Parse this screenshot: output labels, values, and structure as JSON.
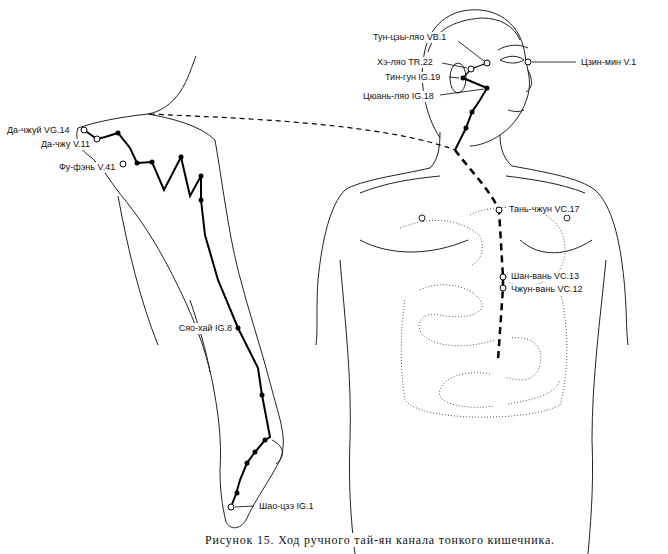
{
  "diagram": {
    "caption": "Рисунок 15. Ход ручного тай-ян канала тонкого кишечника.",
    "labels": [
      "Тун-цзы-ляо VB.1",
      "Хэ-ляо TR.22",
      "Тин-гун IG.19",
      "Цюань-ляо IG.18",
      "Цзин-мин V.1",
      "Да-чжуй VG.14",
      "Да-чжу V.11",
      "Фу-фэнь V.41",
      "Тань-чжун VC.17",
      "Шан-вань VC.13",
      "Чжун-вань VC.12",
      "Сяо-хай IG.8",
      "Шао-цзэ IG.1"
    ]
  }
}
